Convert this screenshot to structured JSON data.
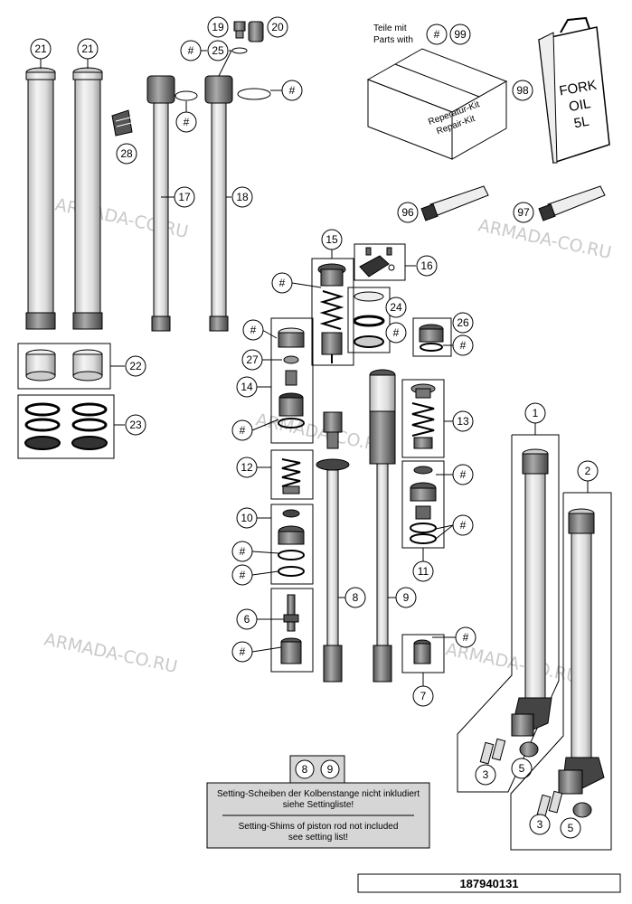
{
  "callouts": {
    "c1": "1",
    "c2": "2",
    "c3a": "3",
    "c3b": "3",
    "c5a": "5",
    "c5b": "5",
    "c6": "6",
    "c7": "7",
    "c8": "8",
    "c9": "9",
    "c10": "10",
    "c11": "11",
    "c12": "12",
    "c13": "13",
    "c14": "14",
    "c15": "15",
    "c16": "16",
    "c17": "17",
    "c18": "18",
    "c19": "19",
    "c20": "20",
    "c21a": "21",
    "c21b": "21",
    "c22": "22",
    "c23": "23",
    "c24": "24",
    "c25": "25",
    "c26": "26",
    "c27": "27",
    "c28": "28",
    "c96": "96",
    "c97": "97",
    "c98": "98",
    "c99": "99",
    "hash": "#",
    "c8box": "8",
    "c9box": "9"
  },
  "kit_label": {
    "de": "Teile mit",
    "en": "Parts with"
  },
  "box_text": {
    "line1": "Reperatur-Kit",
    "line2": "Repair-Kit"
  },
  "oil_can": {
    "line1": "FORK",
    "line2": "OIL",
    "line3": "5L"
  },
  "note": {
    "de_line1": "Setting-Scheiben der Kolbenstange nicht inkludiert",
    "de_line2": "siehe Settingliste!",
    "en_line1": "Setting-Shims of piston rod not included",
    "en_line2": "see setting list!"
  },
  "watermark": "ARMADA-CO.RU",
  "drawing_number": "187940131"
}
